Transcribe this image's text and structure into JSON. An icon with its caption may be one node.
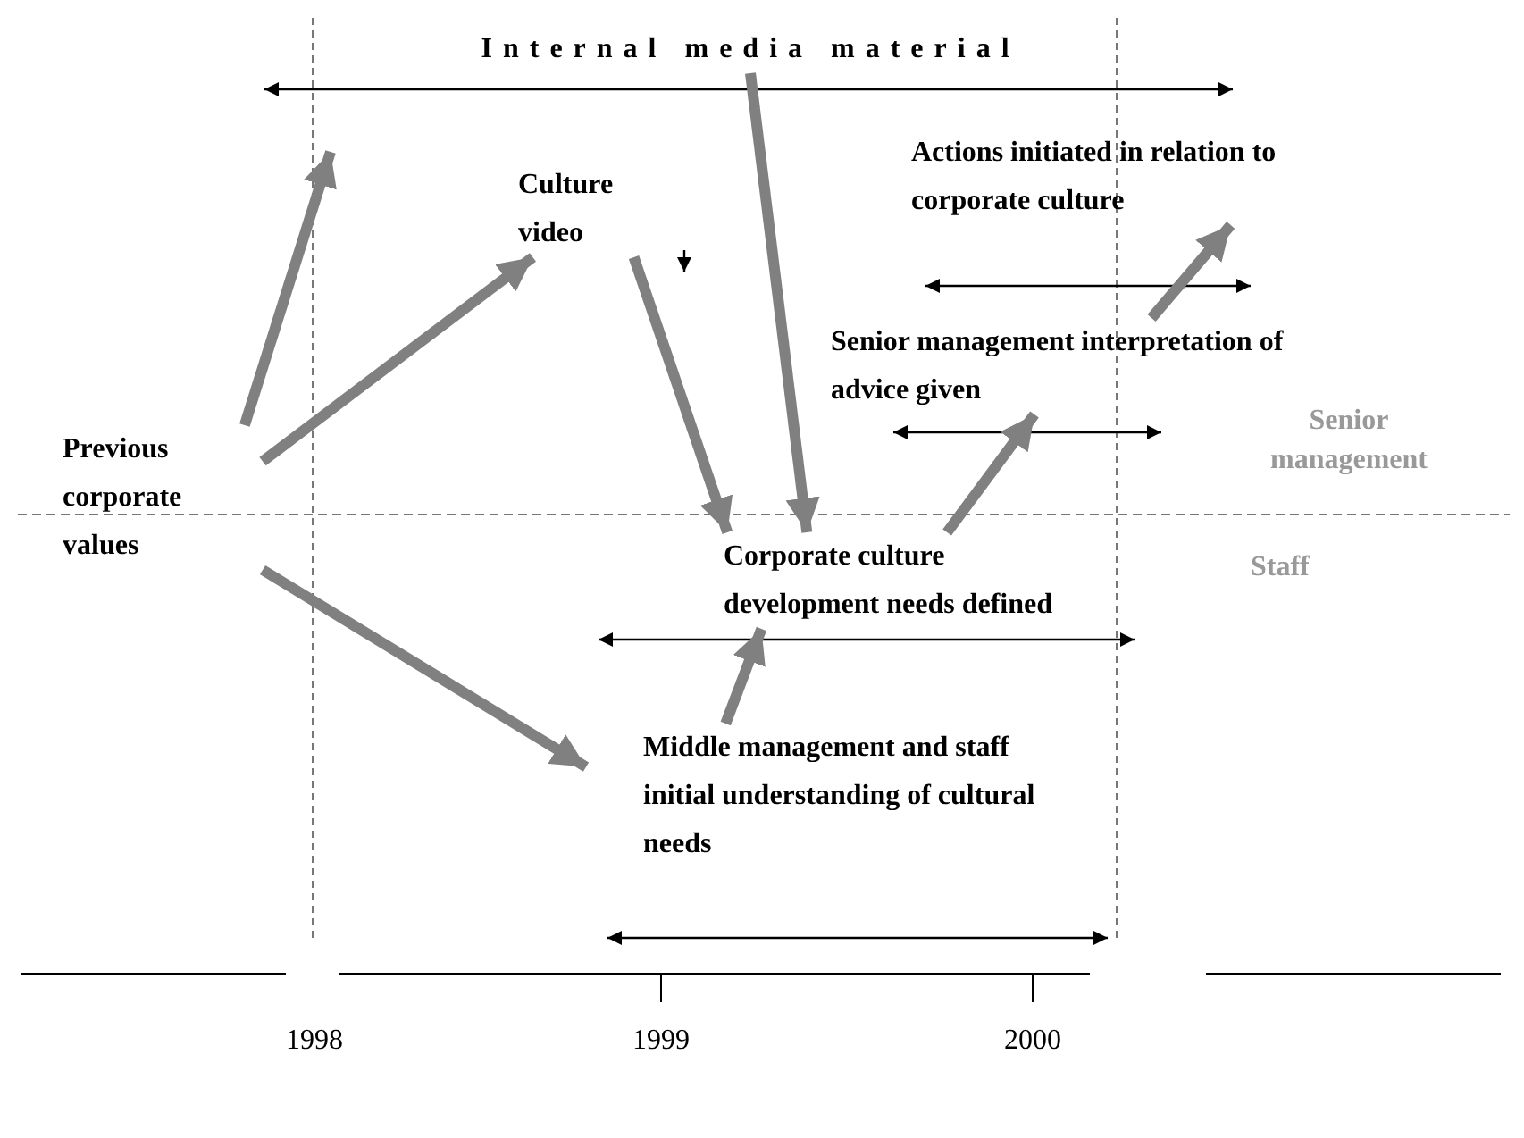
{
  "diagram": {
    "nodes": [
      {
        "text": [
          "Internal media material"
        ]
      },
      {
        "text": [
          "Previous corporate values"
        ]
      },
      {
        "text": [
          "Culture video"
        ]
      },
      {
        "text": [
          "Actions initiated in relation to corporate culture"
        ]
      },
      {
        "text": [
          "Senior management interpretation of advice given"
        ]
      },
      {
        "text": [
          "Corporate culture development needs defined"
        ]
      },
      {
        "text": [
          "Middle management and staff initial understanding of cultural needs"
        ]
      }
    ],
    "edges": [
      {
        "from": 1,
        "to": null,
        "arrow": "to"
      },
      {
        "from": 1,
        "to": 2,
        "arrow": "to"
      },
      {
        "from": 2,
        "to": 5,
        "arrow": "to"
      },
      {
        "from": 0,
        "to": 5,
        "arrow": "to"
      },
      {
        "from": 1,
        "to": 6,
        "arrow": "to"
      },
      {
        "from": 6,
        "to": 5,
        "arrow": "to"
      },
      {
        "from": 5,
        "to": 4,
        "arrow": "to"
      },
      {
        "from": 4,
        "to": 3,
        "arrow": "to"
      }
    ],
    "labels": [
      "Senior management",
      "Staff",
      "1998",
      "1999",
      "2000"
    ]
  }
}
